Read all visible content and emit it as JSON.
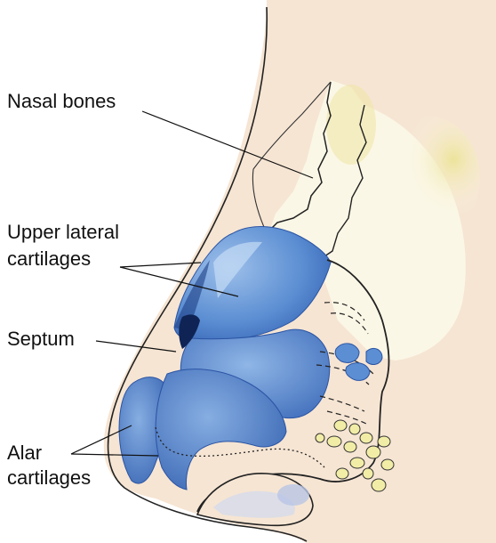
{
  "labels": {
    "nasal_bones": "Nasal bones",
    "upper_lateral_line1": "Upper lateral",
    "upper_lateral_line2": "cartilages",
    "septum": "Septum",
    "alar_line1": "Alar",
    "alar_line2": "cartilages"
  },
  "colors": {
    "skin": "#f6e5d3",
    "bone": "#fbf7e6",
    "bone_highlight": "#efe6a4",
    "cartilage_light": "#7fa9dd",
    "cartilage_mid": "#4f83cc",
    "cartilage_dark": "#2b54a4",
    "fat_lobule": "#f2eda6",
    "outline": "#111111"
  }
}
